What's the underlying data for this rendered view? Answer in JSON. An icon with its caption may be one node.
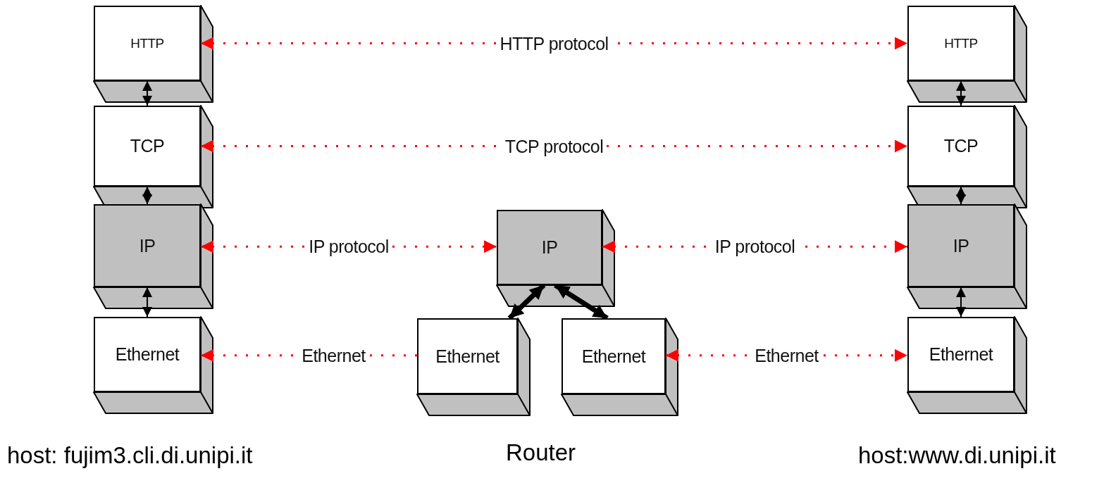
{
  "diagram": {
    "nodes": [
      {
        "text": [
          "HTTP"
        ]
      },
      {
        "text": [
          "TCP"
        ]
      },
      {
        "text": [
          "IP"
        ]
      },
      {
        "text": [
          "Ethernet"
        ]
      },
      {
        "text": [
          "IP"
        ]
      },
      {
        "text": [
          "Ethernet"
        ]
      },
      {
        "text": [
          "Ethernet"
        ]
      },
      {
        "text": [
          "HTTP"
        ]
      },
      {
        "text": [
          "TCP"
        ]
      },
      {
        "text": [
          "IP"
        ]
      },
      {
        "text": [
          "Ethernet"
        ]
      }
    ],
    "edges": [
      {
        "from": 0,
        "to": 7,
        "arrow": "both",
        "label": "HTTP protocol",
        "style": "dashed",
        "color": "#ff0000"
      },
      {
        "from": 1,
        "to": 8,
        "arrow": "both",
        "label": "TCP protocol",
        "style": "dashed",
        "color": "#ff0000"
      },
      {
        "from": 2,
        "to": 4,
        "arrow": "both",
        "label": "IP protocol",
        "style": "dashed",
        "color": "#ff0000"
      },
      {
        "from": 4,
        "to": 9,
        "arrow": "both",
        "label": "IP protocol",
        "style": "dashed",
        "color": "#ff0000"
      },
      {
        "from": 5,
        "to": 3,
        "arrow": "to",
        "label": "Ethernet",
        "style": "dashed",
        "color": "#ff0000"
      },
      {
        "from": 6,
        "to": 10,
        "arrow": "both",
        "label": "Ethernet",
        "style": "dashed",
        "color": "#ff0000"
      },
      {
        "from": 0,
        "to": 1,
        "arrow": "both"
      },
      {
        "from": 1,
        "to": 2,
        "arrow": "both"
      },
      {
        "from": 2,
        "to": 3,
        "arrow": "both"
      },
      {
        "from": 7,
        "to": 8,
        "arrow": "both"
      },
      {
        "from": 8,
        "to": 9,
        "arrow": "both"
      },
      {
        "from": 9,
        "to": 10,
        "arrow": "both"
      },
      {
        "from": 5,
        "to": 4,
        "arrow": "both",
        "style": "thick"
      },
      {
        "from": 6,
        "to": 4,
        "arrow": "both",
        "style": "thick"
      }
    ],
    "labels": [
      "host: fujim3.cli.di.unipi.it",
      "Router",
      "host:www.di.unipi.it"
    ]
  }
}
